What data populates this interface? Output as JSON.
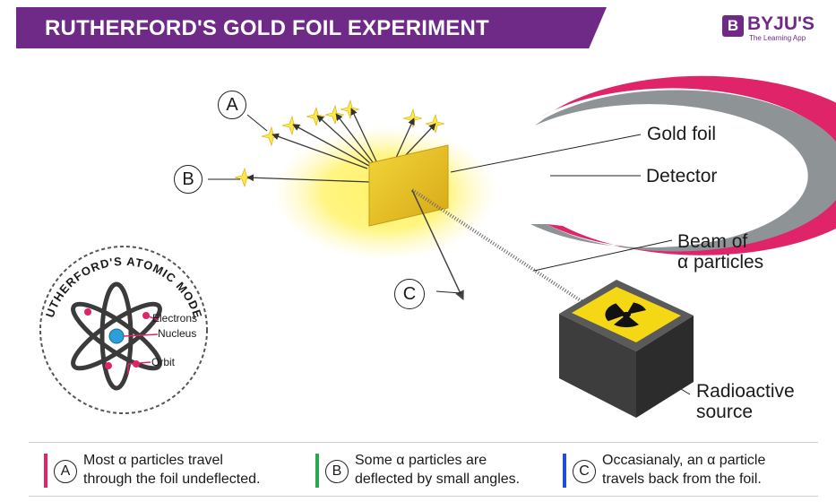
{
  "header": {
    "title": "RUTHERFORD'S GOLD FOIL EXPERIMENT",
    "logo_letter": "B",
    "logo_name": "BYJU'S",
    "logo_tagline": "The Learning App"
  },
  "labels": {
    "gold_foil": "Gold foil",
    "detector": "Detector",
    "beam_line1": "Beam of",
    "beam_line2": "α particles",
    "source_line1": "Radioactive",
    "source_line2": "source",
    "marker_a": "A",
    "marker_b": "B",
    "marker_c": "C"
  },
  "atomic_model": {
    "title": "RUTHERFORD'S ATOMIC MODEL",
    "electrons": "Electrons",
    "nucleus": "Nucleus",
    "orbit": "Orbit"
  },
  "legend": [
    {
      "marker": "A",
      "color": "#e0246a",
      "line1": "Most α particles travel",
      "line2": "through the foil undeflected."
    },
    {
      "marker": "B",
      "color": "#2aa84a",
      "line1": "Some α particles are",
      "line2": "deflected by small angles."
    },
    {
      "marker": "C",
      "color": "#1f4fd6",
      "line1": "Occasianaly, an α particle",
      "line2": "travels back from the foil."
    }
  ],
  "colors": {
    "header_bg": "#6f2a87",
    "detector_outer": "#e0246a",
    "detector_inner": "#8e9396",
    "foil": "#e8c81e",
    "glow": "#fff36a"
  }
}
